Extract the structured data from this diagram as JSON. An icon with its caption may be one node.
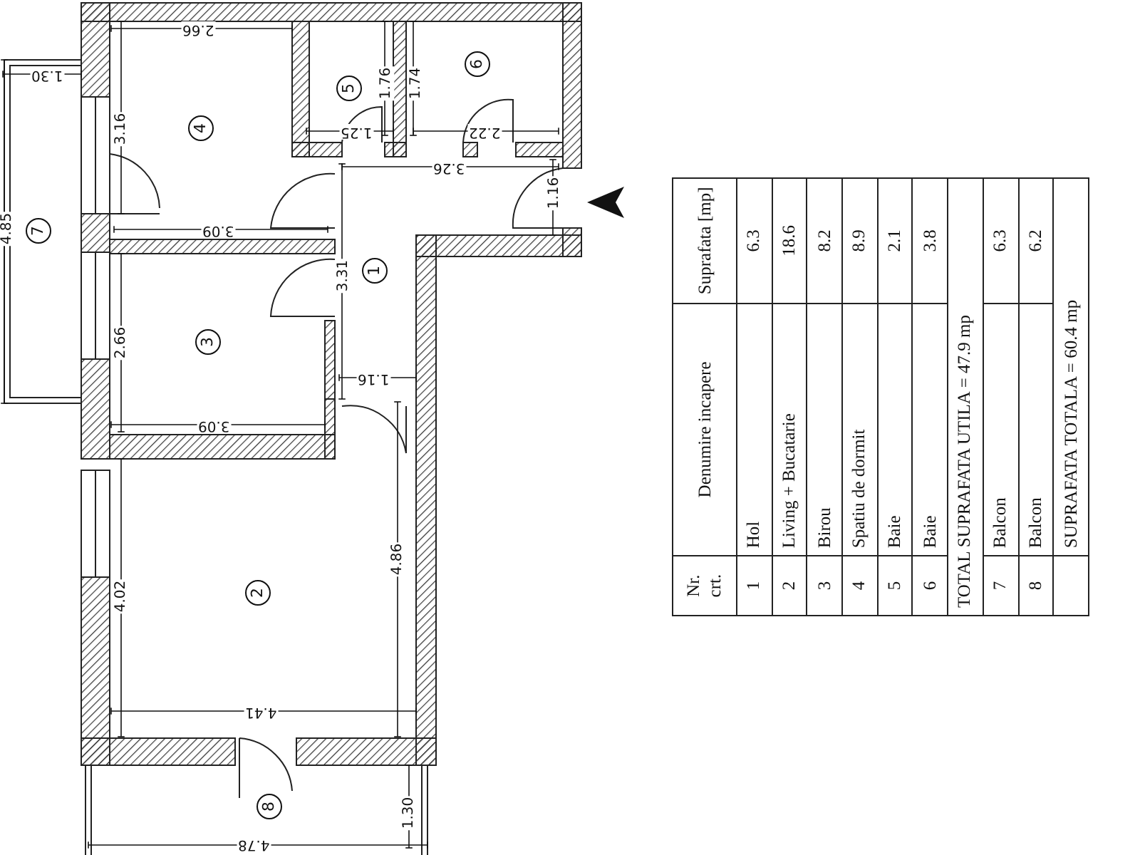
{
  "diagram": {
    "labels": [
      "2.66",
      "1.30",
      "3.16",
      "4.85",
      "7",
      "4",
      "1.76",
      "1.74",
      "5",
      "6",
      "1.25",
      "2.22",
      "3.26",
      "1.16",
      "3.09",
      "3.31",
      "1",
      "2.66",
      "3",
      "1.16",
      "3.09",
      "4.02",
      "4.86",
      "2",
      "4.41",
      "8",
      "1.30",
      "4.78",
      "Nr. crt.",
      "Denumire incapere",
      "Suprafata [mp]",
      "1",
      "Hol",
      "6.3",
      "2",
      "Living + Bucatarie",
      "18.6",
      "3",
      "Birou",
      "8.2",
      "4",
      "Spatiu de dormit",
      "8.9",
      "5",
      "Baie",
      "2.1",
      "6",
      "Baie",
      "3.8",
      "TOTAL SUPRAFATA UTILA = 47.9 mp",
      "7",
      "Balcon",
      "6.3",
      "8",
      "Balcon",
      "6.2",
      "SUPRAFATA TOTALA = 60.4 mp"
    ]
  }
}
